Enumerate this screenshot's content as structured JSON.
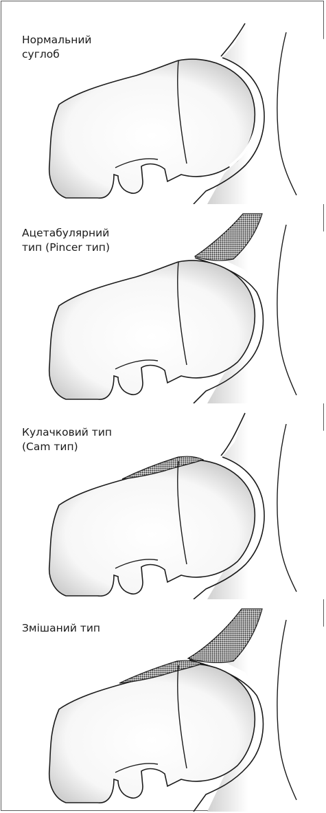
{
  "panels": [
    {
      "id": "normal",
      "label_lines": [
        "Нормальний",
        "суглоб"
      ]
    },
    {
      "id": "pincer",
      "label_lines": [
        "Ацетабулярний",
        "тип (Pincer тип)"
      ]
    },
    {
      "id": "cam",
      "label_lines": [
        "Кулачковий тип",
        "(Cam тип)"
      ]
    },
    {
      "id": "mixed",
      "label_lines": [
        "Змішаний тип"
      ]
    }
  ],
  "colors": {
    "border": "#5a5a5a",
    "outline": "#1a1a1a",
    "hatch": "#3a3a3a",
    "bone_shade": "#9a9a9a"
  }
}
